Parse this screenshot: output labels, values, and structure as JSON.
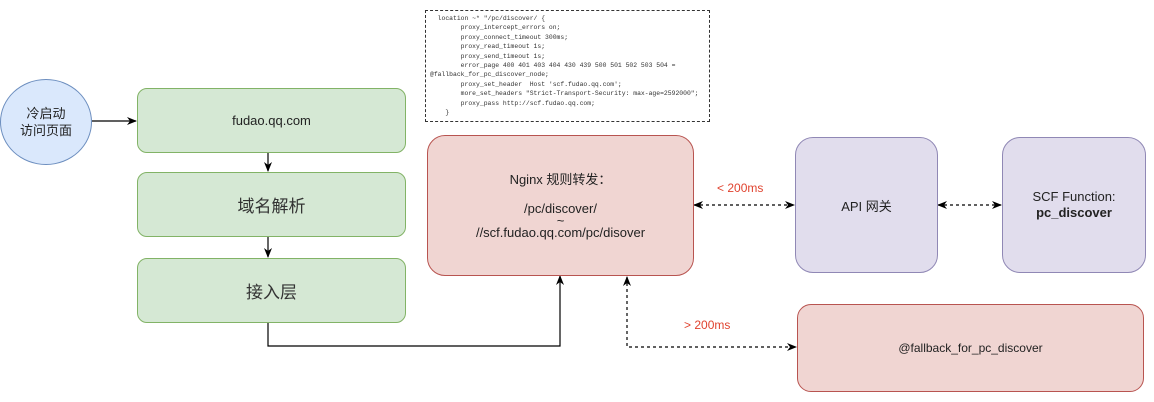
{
  "nodes": {
    "start": {
      "line1": "冷启动",
      "line2": "访问页面"
    },
    "domain": {
      "label": "fudao.qq.com"
    },
    "dns": {
      "label": "域名解析"
    },
    "access": {
      "label": "接入层"
    },
    "nginx": {
      "title": "Nginx 规则转发：",
      "line1": "/pc/discover/",
      "line2": "~",
      "line3": "//scf.fudao.qq.com/pc/disover"
    },
    "api_gateway": {
      "label": "API 网关"
    },
    "scf": {
      "line1": "SCF Function:",
      "line2": "pc_discover"
    },
    "fallback": {
      "label": "@fallback_for_pc_discover"
    }
  },
  "edge_labels": {
    "fast": "< 200ms",
    "slow": "> 200ms"
  },
  "colors": {
    "latency_label": "#e0432f",
    "green_fill": "#d5e8d4",
    "red_fill": "#f0d5d2",
    "purple_fill": "#e1dded",
    "blue_fill": "#dae8fc"
  },
  "nginx_config": [
    "  location ~* \"/pc/discover/ {",
    "        proxy_intercept_errors on;",
    "        proxy_connect_timeout 300ms;",
    "        proxy_read_timeout 1s;",
    "        proxy_send_timeout 1s;",
    "        error_page 400 401 403 404 430 439 500 501 502 503 504 =",
    "@fallback_for_pc_discover_node;",
    "        proxy_set_header  Host 'scf.fudao.qq.com';",
    "        more_set_headers \"Strict-Transport-Security: max-age=2592000\";",
    "        proxy_pass http://scf.fudao.qq.com;",
    "    }"
  ]
}
